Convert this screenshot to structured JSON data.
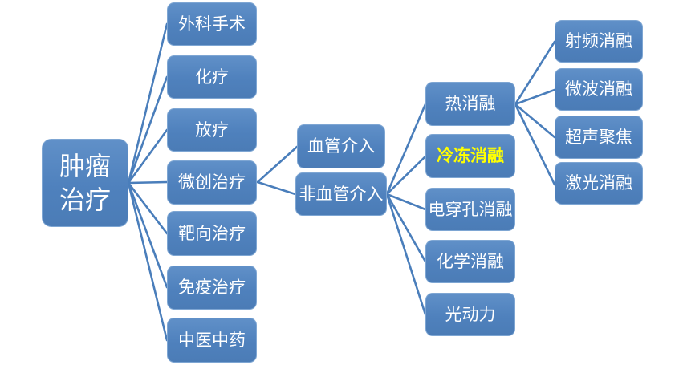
{
  "colors": {
    "node_fill": "#4F81BD",
    "node_border": "#7EA6D3",
    "connector": "#4A7EBB",
    "node_text": "#FFFFFF",
    "highlight_text": "#FFFF00",
    "background": "#FFFFFF"
  },
  "nodes": {
    "root": {
      "label": "肿瘤治疗",
      "lines": [
        "肿瘤",
        "治疗"
      ]
    },
    "surgery": {
      "label": "外科手术"
    },
    "chemotherapy": {
      "label": "化疗"
    },
    "radiotherapy": {
      "label": "放疗"
    },
    "minimally_invasive": {
      "label": "微创治疗"
    },
    "targeted": {
      "label": "靶向治疗"
    },
    "immunotherapy": {
      "label": "免疫治疗"
    },
    "tcm": {
      "label": "中医中药"
    },
    "vascular": {
      "label": "血管介入"
    },
    "non_vascular": {
      "label": "非血管介入"
    },
    "thermal_ablation": {
      "label": "热消融"
    },
    "cryoablation": {
      "label": "冷冻消融",
      "highlighted": true
    },
    "electroporation": {
      "label": "电穿孔消融"
    },
    "chemical_ablation": {
      "label": "化学消融"
    },
    "photodynamic": {
      "label": "光动力"
    },
    "radiofrequency": {
      "label": "射频消融"
    },
    "microwave": {
      "label": "微波消融"
    },
    "ultrasound_focus": {
      "label": "超声聚焦"
    },
    "laser": {
      "label": "激光消融"
    }
  },
  "hierarchy": {
    "root": [
      "surgery",
      "chemotherapy",
      "radiotherapy",
      "minimally_invasive",
      "targeted",
      "immunotherapy",
      "tcm"
    ],
    "minimally_invasive": [
      "vascular",
      "non_vascular"
    ],
    "non_vascular": [
      "thermal_ablation",
      "cryoablation",
      "electroporation",
      "chemical_ablation",
      "photodynamic"
    ],
    "thermal_ablation": [
      "radiofrequency",
      "microwave",
      "ultrasound_focus",
      "laser"
    ]
  }
}
